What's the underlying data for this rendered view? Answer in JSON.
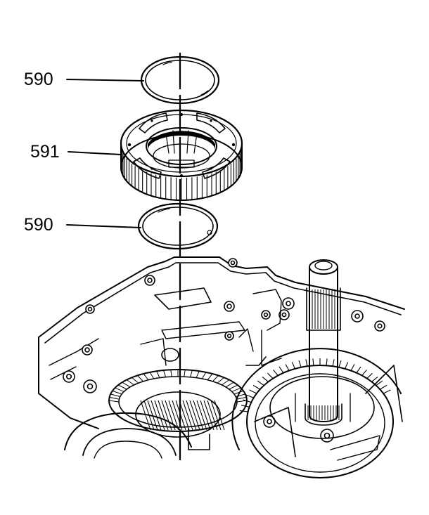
{
  "diagram": {
    "callouts": [
      {
        "id": "upper-thrust-washer",
        "label": "590"
      },
      {
        "id": "sun-gear",
        "label": "591"
      },
      {
        "id": "lower-thrust-washer",
        "label": "590"
      }
    ],
    "colors": {
      "ink": "#000000",
      "paper": "#ffffff"
    }
  }
}
